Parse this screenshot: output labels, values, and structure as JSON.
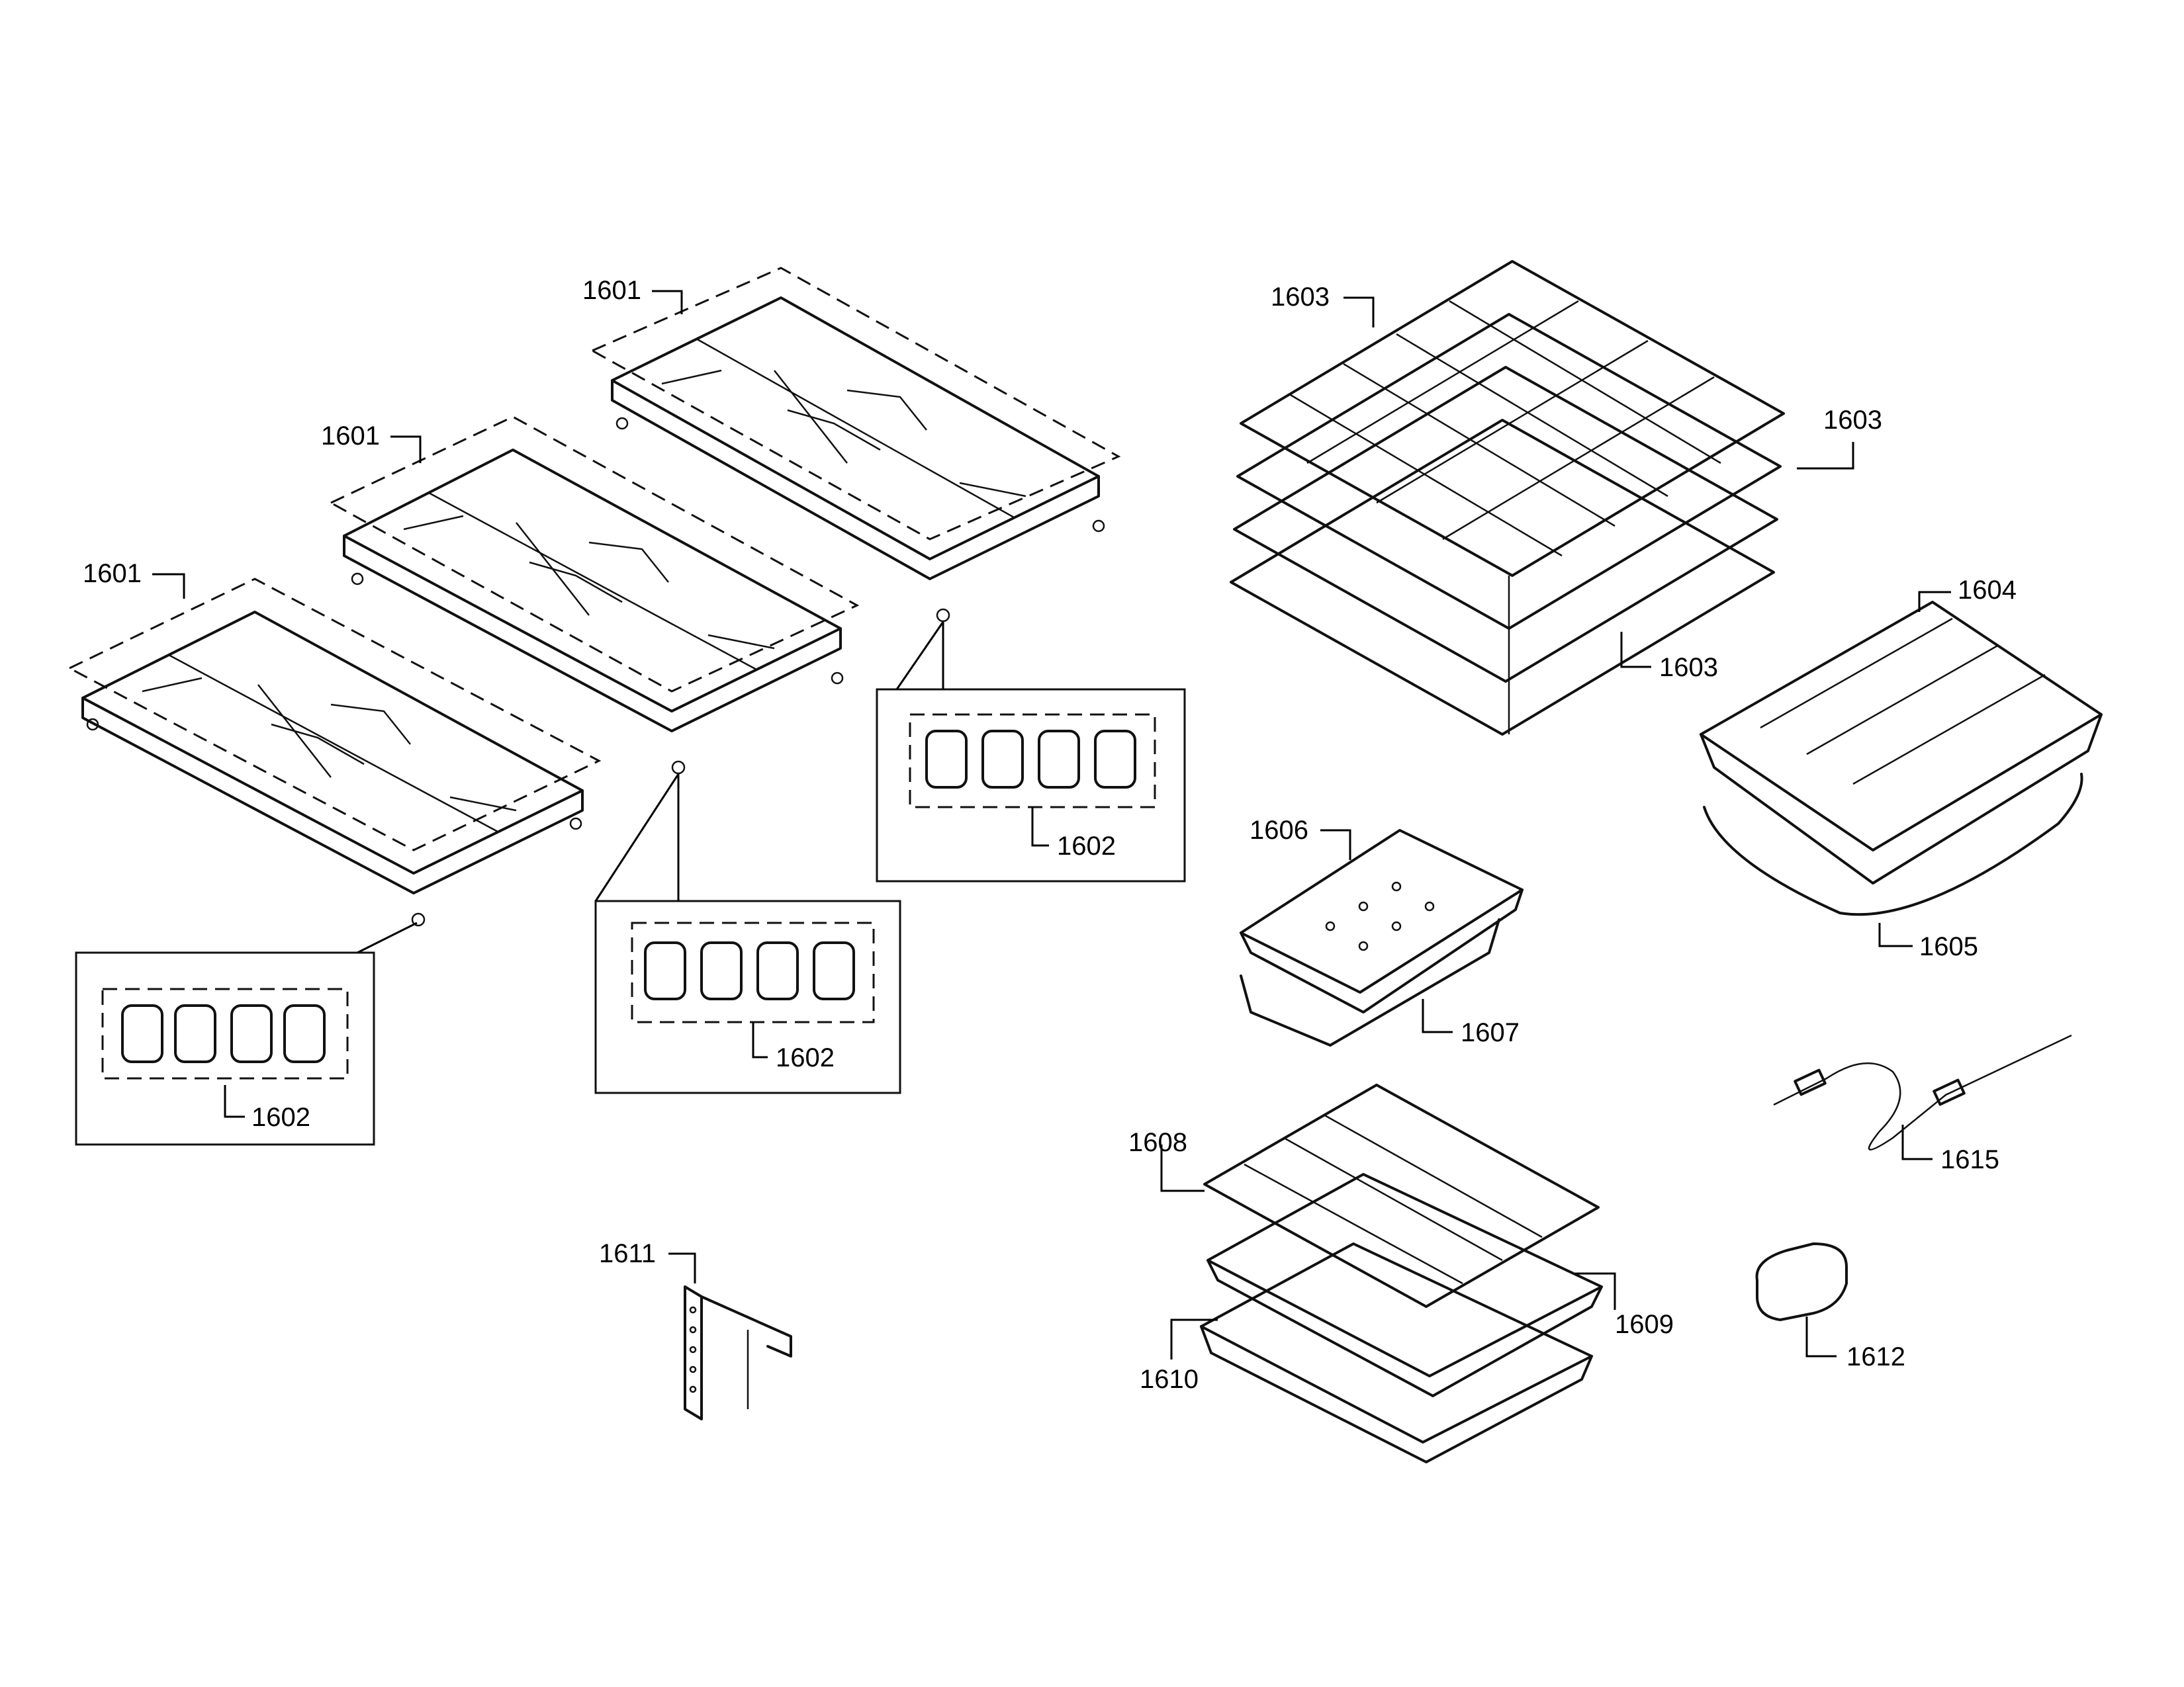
{
  "callouts": {
    "grate_right": "1601",
    "grate_middle": "1601",
    "grate_left": "1601",
    "feet_left": "1602",
    "feet_middle": "1602",
    "feet_right": "1602",
    "rack_top": "1603",
    "rack_side": "1603",
    "rack_bottom": "1603",
    "broiler_grid": "1604",
    "broiler_pan": "1605",
    "small_grid": "1606",
    "small_pan": "1607",
    "wire_rack": "1608",
    "perforated_tray": "1609",
    "bake_pan": "1610",
    "bracket": "1611",
    "sponge": "1612",
    "meat_probe": "1615"
  }
}
